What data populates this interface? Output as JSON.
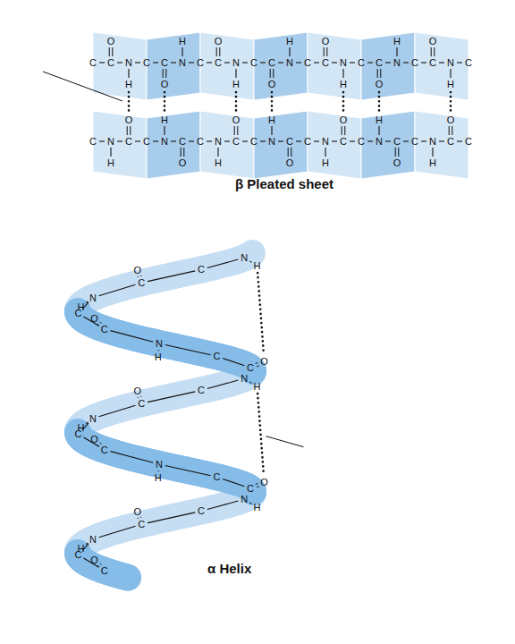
{
  "diagram": {
    "labels": [
      "β Pleated sheet",
      "α Helix",
      "C",
      "C",
      "O",
      "N",
      "H",
      "C",
      "C",
      "O",
      "N",
      "H",
      "C",
      "C",
      "O",
      "N",
      "H",
      "C",
      "C",
      "O",
      "N",
      "H",
      "C",
      "C",
      "O",
      "N",
      "H",
      "C",
      "C",
      "O",
      "N",
      "H",
      "C",
      "C",
      "O",
      "N",
      "H",
      "C",
      "C",
      "N",
      "H",
      "C",
      "O",
      "C",
      "N",
      "H",
      "C",
      "O",
      "C",
      "N",
      "H",
      "C",
      "O",
      "C",
      "N",
      "H",
      "C",
      "O",
      "C",
      "N",
      "H",
      "C",
      "O",
      "C",
      "N",
      "H",
      "C",
      "O",
      "C",
      "N",
      "H",
      "C",
      "O",
      "C",
      "N",
      "H",
      "C",
      "C",
      "O",
      "N",
      "H",
      "C",
      "C",
      "O",
      "N",
      "H",
      "C",
      "C",
      "O",
      "N",
      "H",
      "C",
      "C",
      "O",
      "N",
      "H",
      "C",
      "C",
      "O",
      "N",
      "H",
      "C",
      "C",
      "O",
      "N",
      "H",
      "C",
      "C",
      "O",
      "N",
      "H",
      "C",
      "C",
      "O"
    ]
  }
}
